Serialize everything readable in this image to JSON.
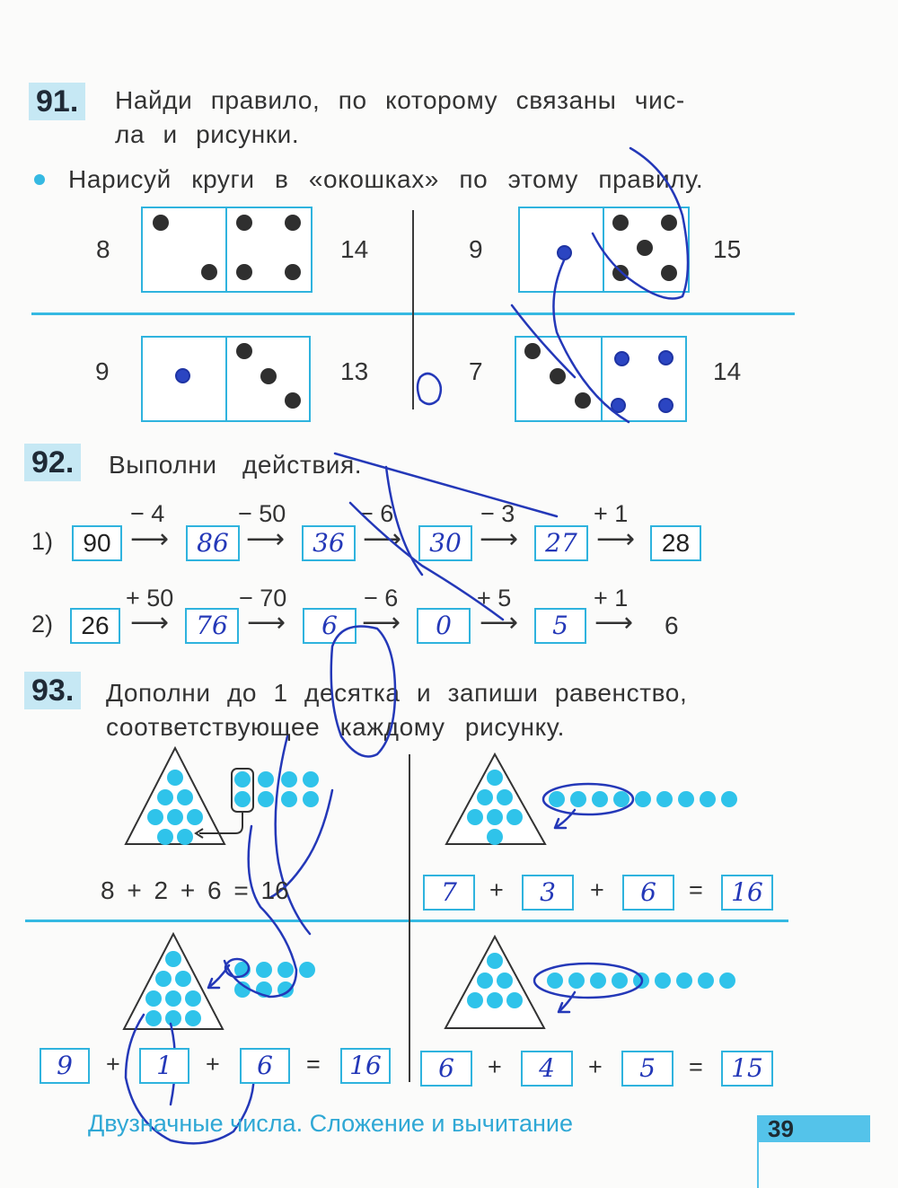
{
  "ex91": {
    "number": "91.",
    "line1": "Найди правило, по которому связаны чис-",
    "line2": "ла и рисунки.",
    "bullet": "Нарисуй круги в «окошках» по этому правилу.",
    "cells": [
      {
        "left": "8",
        "right": "14"
      },
      {
        "left": "9",
        "right": "15"
      },
      {
        "left": "9",
        "right": "13"
      },
      {
        "left": "7",
        "right": "14"
      }
    ],
    "bullet_color": "#35b9e2"
  },
  "ex92": {
    "number": "92.",
    "title": "Выполни действия.",
    "row1": {
      "label": "1)",
      "start": "90",
      "ops": [
        "− 4",
        "− 50",
        "− 6",
        "− 3",
        "+ 1"
      ],
      "answers": [
        "86",
        "36",
        "30",
        "27"
      ],
      "end": "28"
    },
    "row2": {
      "label": "2)",
      "start": "26",
      "ops": [
        "+ 50",
        "− 70",
        "− 6",
        "+ 5",
        "+ 1"
      ],
      "answers": [
        "76",
        "6",
        "0",
        "5"
      ],
      "end": "6"
    }
  },
  "ex93": {
    "number": "93.",
    "line1": "Дополни до 1 десятка и запиши равенство,",
    "line2": "соответствующее каждому рисунку.",
    "eq_printed": {
      "a": "8",
      "p1": "+",
      "b": "2",
      "p2": "+",
      "c": "6",
      "eq": "=",
      "r": "16"
    },
    "eq_tr": {
      "a": "7",
      "b": "3",
      "c": "6",
      "r": "16",
      "plus": "+",
      "eq": "="
    },
    "eq_bl": {
      "a": "9",
      "b": "1",
      "c": "6",
      "r": "16",
      "plus": "+",
      "eq": "="
    },
    "eq_br": {
      "a": "6",
      "b": "4",
      "c": "5",
      "r": "15",
      "plus": "+",
      "eq": "="
    }
  },
  "footer": {
    "title": "Двузначные числа. Сложение и вычитание",
    "page": "39"
  },
  "colors": {
    "accent": "#35b9e2",
    "dot_blue": "#2fc3ea",
    "ink": "#2438b8"
  },
  "icons": {
    "arrow": "right-arrow-icon",
    "bullet": "bullet-icon"
  }
}
